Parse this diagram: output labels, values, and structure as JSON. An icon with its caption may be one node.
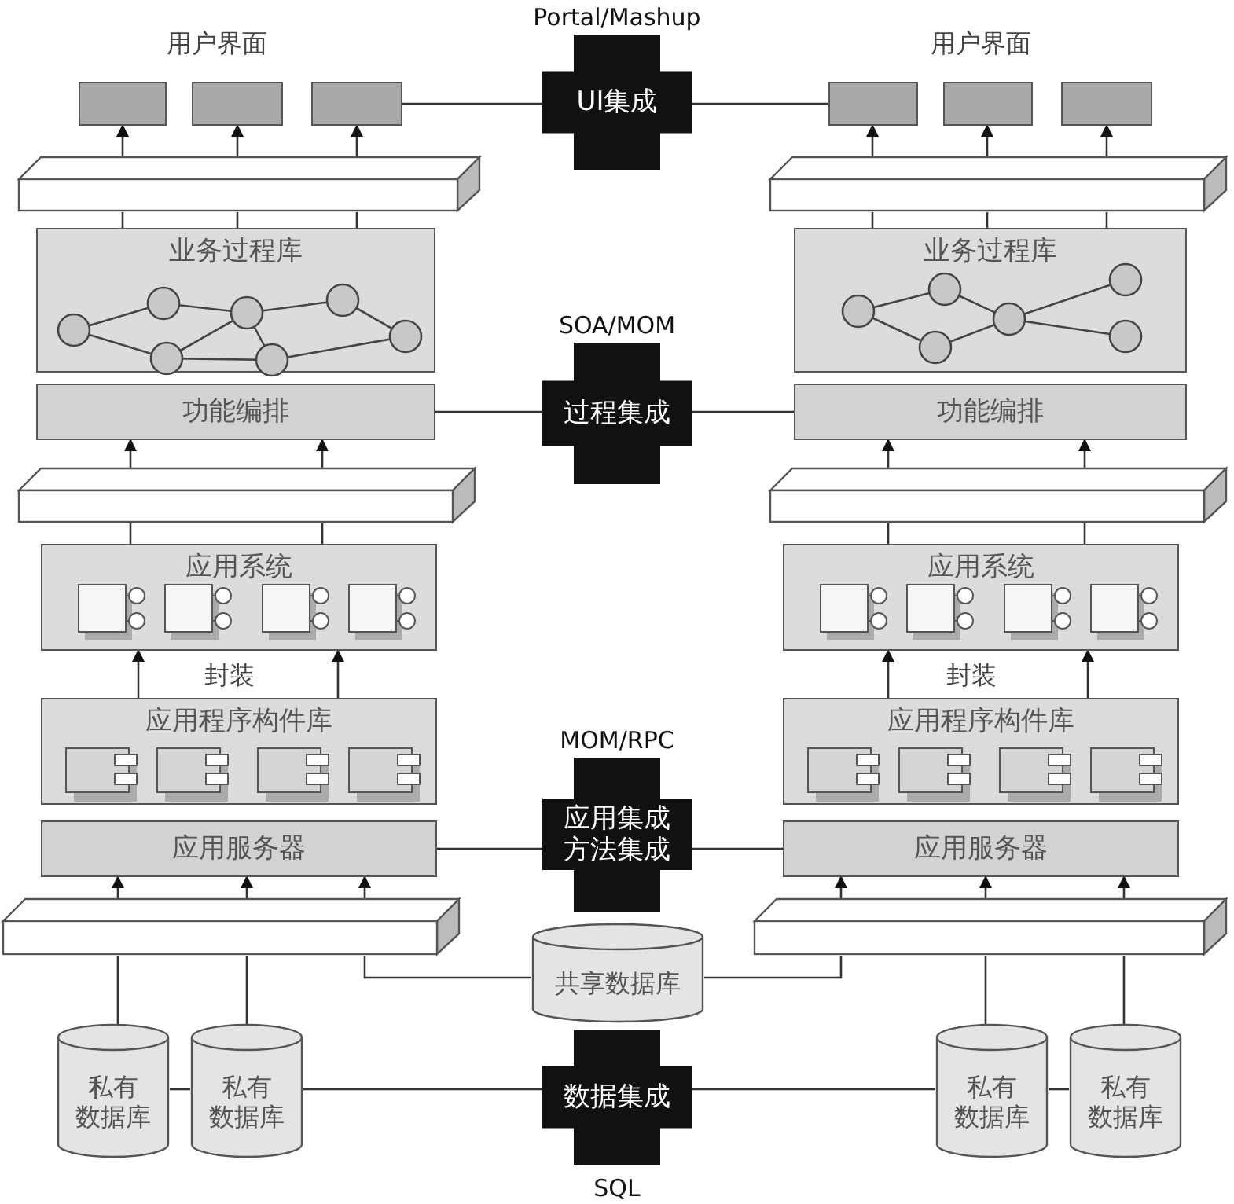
{
  "diagram": {
    "nodes": [
      {
        "text": [],
        "shape": "box"
      },
      {
        "text": [],
        "shape": "box"
      },
      {
        "text": [],
        "shape": "box"
      },
      {
        "text": [
          "UI集成"
        ],
        "beside": [
          "Portal/Mashup"
        ]
      },
      {
        "text": [],
        "shape": "box"
      },
      {
        "text": [],
        "shape": "box"
      },
      {
        "text": [],
        "shape": "box"
      },
      {
        "text": [],
        "shape": "bar"
      },
      {
        "text": [],
        "shape": "bar"
      },
      {
        "text": [
          "业务过程库"
        ]
      },
      {
        "text": [
          "业务过程库"
        ]
      },
      {
        "text": [
          "功能编排"
        ]
      },
      {
        "text": [
          "过程集成"
        ],
        "beside": [
          "SOA/MOM"
        ]
      },
      {
        "text": [
          "功能编排"
        ]
      },
      {
        "text": [],
        "shape": "bar"
      },
      {
        "text": [],
        "shape": "bar"
      },
      {
        "text": [
          "应用系统"
        ]
      },
      {
        "text": [
          "应用系统"
        ]
      },
      {
        "text": [
          "应用程序构件库"
        ]
      },
      {
        "text": [
          "应用程序构件库"
        ]
      },
      {
        "text": [
          "应用服务器"
        ]
      },
      {
        "text": [
          "应用集成",
          "方法集成"
        ],
        "beside": [
          "MOM/RPC"
        ]
      },
      {
        "text": [
          "应用服务器"
        ]
      },
      {
        "text": [],
        "shape": "bar"
      },
      {
        "text": [],
        "shape": "bar"
      },
      {
        "text": [
          "共享数据库"
        ]
      },
      {
        "text": [
          "私有",
          "数据库"
        ]
      },
      {
        "text": [
          "私有",
          "数据库"
        ]
      },
      {
        "text": [
          "数据集成"
        ],
        "beside": [
          "SQL"
        ]
      },
      {
        "text": [
          "私有",
          "数据库"
        ]
      },
      {
        "text": [
          "私有",
          "数据库"
        ]
      }
    ],
    "edges": [
      {
        "from": 2,
        "to": 3,
        "arrow": "none"
      },
      {
        "from": 3,
        "to": 4,
        "arrow": "none"
      },
      {
        "from": 7,
        "to": 0,
        "arrow": "to"
      },
      {
        "from": 7,
        "to": 1,
        "arrow": "to"
      },
      {
        "from": 7,
        "to": 2,
        "arrow": "to"
      },
      {
        "from": 8,
        "to": 4,
        "arrow": "to"
      },
      {
        "from": 8,
        "to": 5,
        "arrow": "to"
      },
      {
        "from": 8,
        "to": 6,
        "arrow": "to"
      },
      {
        "from": 9,
        "to": 7,
        "arrow": "none"
      },
      {
        "from": 9,
        "to": 7,
        "arrow": "none"
      },
      {
        "from": 9,
        "to": 7,
        "arrow": "none"
      },
      {
        "from": 10,
        "to": 8,
        "arrow": "none"
      },
      {
        "from": 10,
        "to": 8,
        "arrow": "none"
      },
      {
        "from": 10,
        "to": 8,
        "arrow": "none"
      },
      {
        "from": 11,
        "to": 12,
        "arrow": "none"
      },
      {
        "from": 12,
        "to": 13,
        "arrow": "none"
      },
      {
        "from": 14,
        "to": 11,
        "arrow": "to"
      },
      {
        "from": 14,
        "to": 11,
        "arrow": "to"
      },
      {
        "from": 15,
        "to": 13,
        "arrow": "to"
      },
      {
        "from": 15,
        "to": 13,
        "arrow": "to"
      },
      {
        "from": 16,
        "to": 14,
        "arrow": "none"
      },
      {
        "from": 16,
        "to": 14,
        "arrow": "none"
      },
      {
        "from": 17,
        "to": 15,
        "arrow": "none"
      },
      {
        "from": 17,
        "to": 15,
        "arrow": "none"
      },
      {
        "from": 18,
        "to": 16,
        "arrow": "to"
      },
      {
        "from": 18,
        "to": 16,
        "arrow": "to"
      },
      {
        "from": 19,
        "to": 17,
        "arrow": "to"
      },
      {
        "from": 19,
        "to": 17,
        "arrow": "to"
      },
      {
        "from": 20,
        "to": 21,
        "arrow": "none"
      },
      {
        "from": 21,
        "to": 22,
        "arrow": "none"
      },
      {
        "from": 23,
        "to": 20,
        "arrow": "to"
      },
      {
        "from": 23,
        "to": 20,
        "arrow": "to"
      },
      {
        "from": 23,
        "to": 20,
        "arrow": "to"
      },
      {
        "from": 24,
        "to": 22,
        "arrow": "to"
      },
      {
        "from": 24,
        "to": 22,
        "arrow": "to"
      },
      {
        "from": 24,
        "to": 22,
        "arrow": "to"
      },
      {
        "from": 23,
        "to": 25,
        "arrow": "none"
      },
      {
        "from": 25,
        "to": 24,
        "arrow": "none"
      },
      {
        "from": 26,
        "to": 23,
        "arrow": "none"
      },
      {
        "from": 27,
        "to": 23,
        "arrow": "none"
      },
      {
        "from": 29,
        "to": 24,
        "arrow": "none"
      },
      {
        "from": 30,
        "to": 24,
        "arrow": "none"
      },
      {
        "from": 26,
        "to": 27,
        "arrow": "none"
      },
      {
        "from": 27,
        "to": 28,
        "arrow": "none"
      },
      {
        "from": 28,
        "to": 29,
        "arrow": "none"
      },
      {
        "from": 29,
        "to": 30,
        "arrow": "none"
      }
    ],
    "labels": [
      "用户界面",
      "用户界面",
      "封装",
      "封装"
    ]
  }
}
